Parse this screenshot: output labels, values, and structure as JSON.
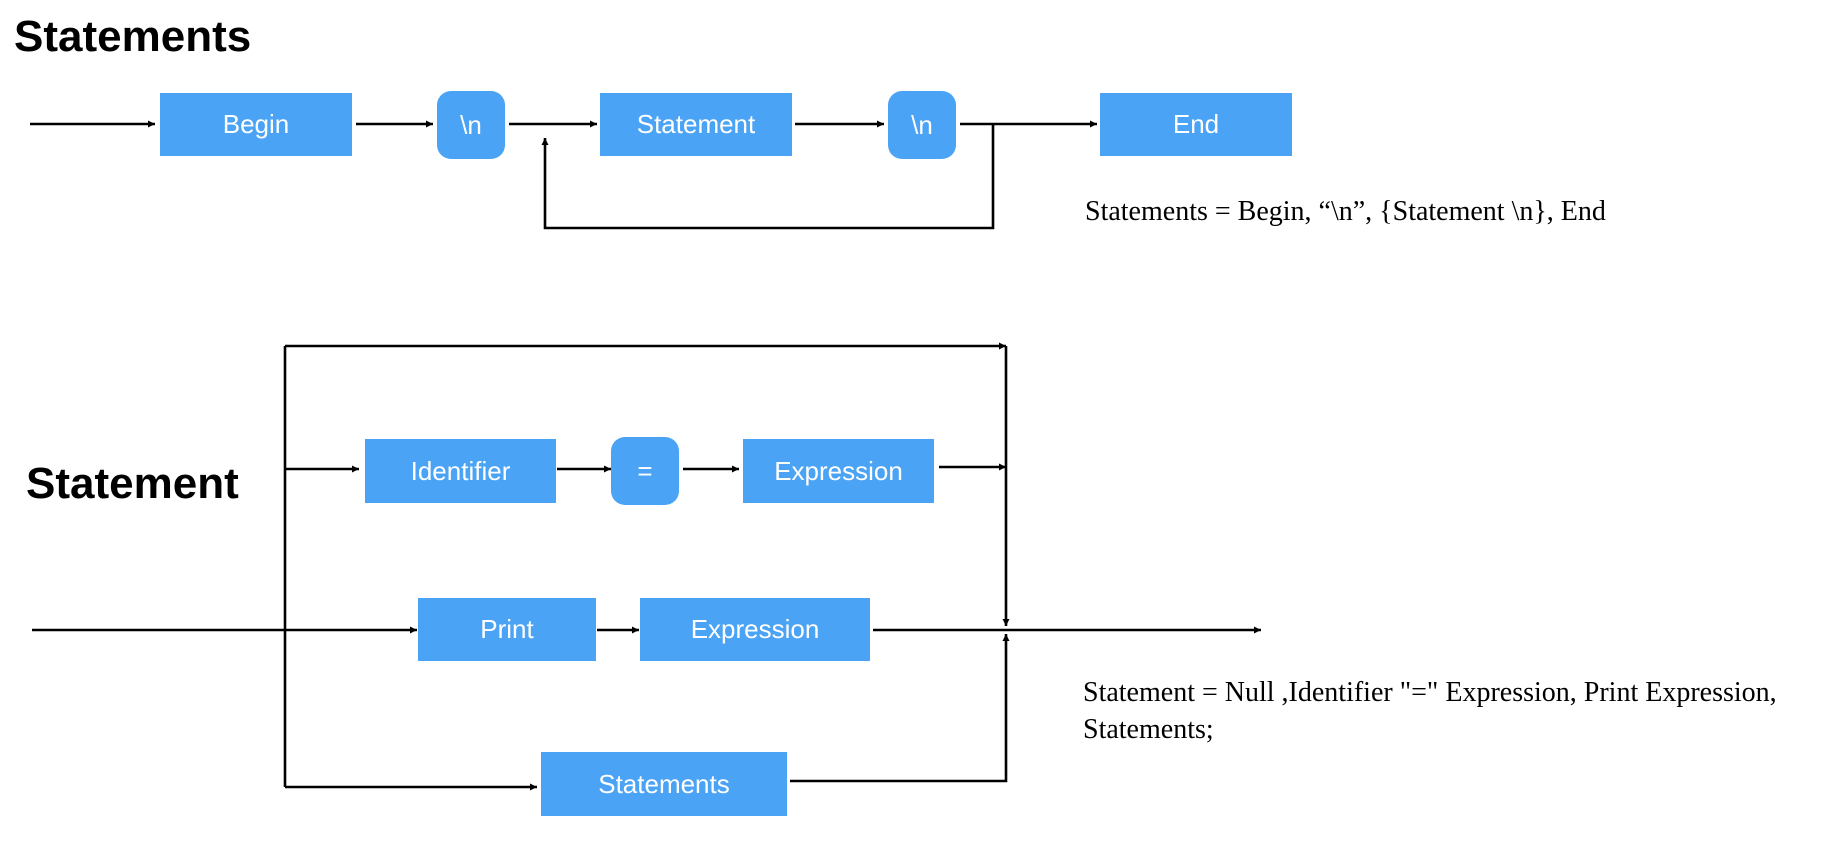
{
  "colors": {
    "box_fill": "#4aa3f5",
    "box_text": "#ffffff",
    "line": "#000000"
  },
  "statements_diagram": {
    "title": "Statements",
    "nodes": {
      "begin": "Begin",
      "newline1": "\\n",
      "statement": "Statement",
      "newline2": "\\n",
      "end": "End"
    },
    "formula": "Statements = Begin, “\\n”, {Statement \\n}, End"
  },
  "statement_diagram": {
    "title": "Statement",
    "nodes": {
      "identifier": "Identifier",
      "equals": "=",
      "expression1": "Expression",
      "print": "Print",
      "expression2": "Expression",
      "statements": "Statements"
    },
    "formula_line1": "Statement = Null ,Identifier \"=\" Expression, Print Expression,",
    "formula_line2": "Statements;"
  }
}
